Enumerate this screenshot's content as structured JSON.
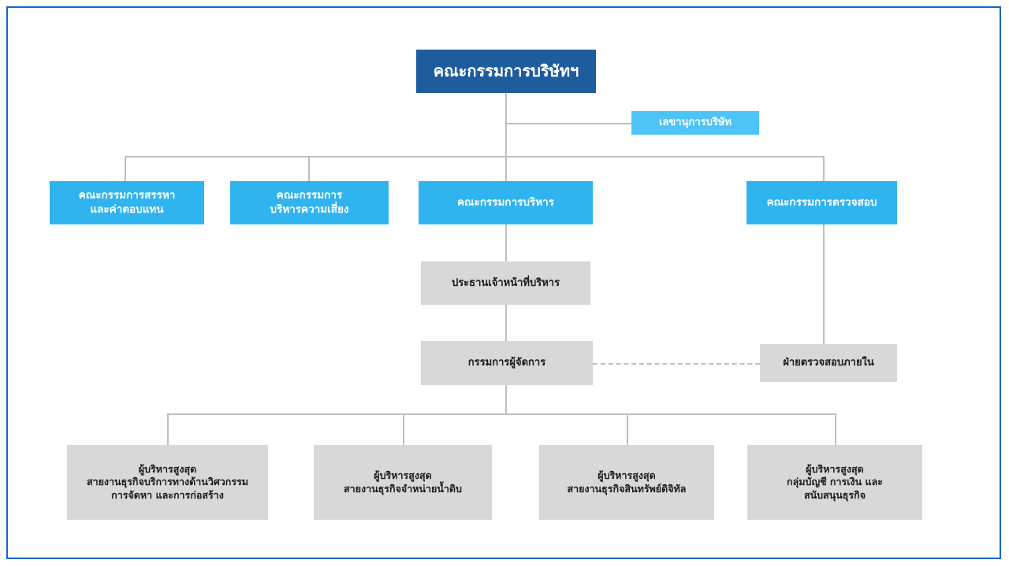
{
  "page": {
    "border_color": "#1168c4",
    "background": "#ffffff",
    "title": "Organizational Structure Chart"
  },
  "palette": {
    "root_box": "#1f5c9e",
    "committee_box": "#2fb4ef",
    "secretary_box": "#4ec3f5",
    "department_box": "#d8d8d8",
    "connector": "#bfbfbf",
    "root_text": "#ffffff",
    "committee_text": "#ffffff",
    "department_text": "#1a1a1a"
  },
  "chart_data": {
    "type": "diagram",
    "diagram_type": "organizational-chart",
    "orientation": "top-down",
    "nodes": [
      {
        "id": "board",
        "label": "คณะกรรมการบริษัทฯ",
        "level": 0,
        "style": "root"
      },
      {
        "id": "secretary",
        "label": "เลขานุการบริษัท",
        "level": 1,
        "style": "secretary"
      },
      {
        "id": "nomination",
        "label": "คณะกรรมการสรรหา\nและค่าตอบแทน",
        "level": 2,
        "style": "committee"
      },
      {
        "id": "risk",
        "label": "คณะกรรมการ\nบริหารความเสี่ยง",
        "level": 2,
        "style": "committee"
      },
      {
        "id": "executive",
        "label": "คณะกรรมการบริหาร",
        "level": 2,
        "style": "committee"
      },
      {
        "id": "audit",
        "label": "คณะกรรมการตรวจสอบ",
        "level": 2,
        "style": "committee"
      },
      {
        "id": "ceo",
        "label": "ประธานเจ้าหน้าที่บริหาร",
        "level": 3,
        "style": "department"
      },
      {
        "id": "md",
        "label": "กรรมการผู้จัดการ",
        "level": 4,
        "style": "department"
      },
      {
        "id": "internal-audit",
        "label": "ฝ่ายตรวจสอบภายใน",
        "level": 4,
        "style": "department"
      },
      {
        "id": "eng",
        "label": "ผู้บริหารสูงสุด\nสายงานธุรกิจบริการทางด้านวิศวกรรม\nการจัดหา และการก่อสร้าง",
        "level": 5,
        "style": "department"
      },
      {
        "id": "water",
        "label": "ผู้บริหารสูงสุด\nสายงานธุรกิจจำหน่ายน้ำดิบ",
        "level": 5,
        "style": "department"
      },
      {
        "id": "digital",
        "label": "ผู้บริหารสูงสุด\nสายงานธุรกิจสินทรัพย์ดิจิทัล",
        "level": 5,
        "style": "department"
      },
      {
        "id": "finance",
        "label": "ผู้บริหารสูงสุด\nกลุ่มบัญชี การเงิน และ\nสนับสนุนธุรกิจ",
        "level": 5,
        "style": "department"
      }
    ],
    "edges": [
      {
        "from": "board",
        "to": "secretary",
        "style": "solid"
      },
      {
        "from": "board",
        "to": "nomination",
        "style": "solid"
      },
      {
        "from": "board",
        "to": "risk",
        "style": "solid"
      },
      {
        "from": "board",
        "to": "executive",
        "style": "solid"
      },
      {
        "from": "board",
        "to": "audit",
        "style": "solid"
      },
      {
        "from": "executive",
        "to": "ceo",
        "style": "solid"
      },
      {
        "from": "ceo",
        "to": "md",
        "style": "solid"
      },
      {
        "from": "audit",
        "to": "internal-audit",
        "style": "solid"
      },
      {
        "from": "md",
        "to": "internal-audit",
        "style": "dashed"
      },
      {
        "from": "md",
        "to": "eng",
        "style": "solid"
      },
      {
        "from": "md",
        "to": "water",
        "style": "solid"
      },
      {
        "from": "md",
        "to": "digital",
        "style": "solid"
      },
      {
        "from": "md",
        "to": "finance",
        "style": "solid"
      }
    ]
  },
  "board": {
    "label": "คณะกรรมการบริษัทฯ"
  },
  "secretary": {
    "label": "เลขานุการบริษัท"
  },
  "committees": {
    "nomination": {
      "line1": "คณะกรรมการสรรหา",
      "line2": "และค่าตอบแทน"
    },
    "risk": {
      "line1": "คณะกรรมการ",
      "line2": "บริหารความเสี่ยง"
    },
    "executive": {
      "line1": "คณะกรรมการบริหาร"
    },
    "audit": {
      "line1": "คณะกรรมการตรวจสอบ"
    }
  },
  "management": {
    "ceo": {
      "label": "ประธานเจ้าหน้าที่บริหาร"
    },
    "md": {
      "label": "กรรมการผู้จัดการ"
    },
    "internal_audit": {
      "label": "ฝ่ายตรวจสอบภายใน"
    }
  },
  "divisions": {
    "engineering": {
      "line1": "ผู้บริหารสูงสุด",
      "line2": "สายงานธุรกิจบริการทางด้านวิศวกรรม",
      "line3": "การจัดหา และการก่อสร้าง"
    },
    "raw_water": {
      "line1": "ผู้บริหารสูงสุด",
      "line2": "สายงานธุรกิจจำหน่ายน้ำดิบ"
    },
    "digital_asset": {
      "line1": "ผู้บริหารสูงสุด",
      "line2": "สายงานธุรกิจสินทรัพย์ดิจิทัล"
    },
    "finance": {
      "line1": "ผู้บริหารสูงสุด",
      "line2": "กลุ่มบัญชี การเงิน และ",
      "line3": "สนับสนุนธุรกิจ"
    }
  }
}
